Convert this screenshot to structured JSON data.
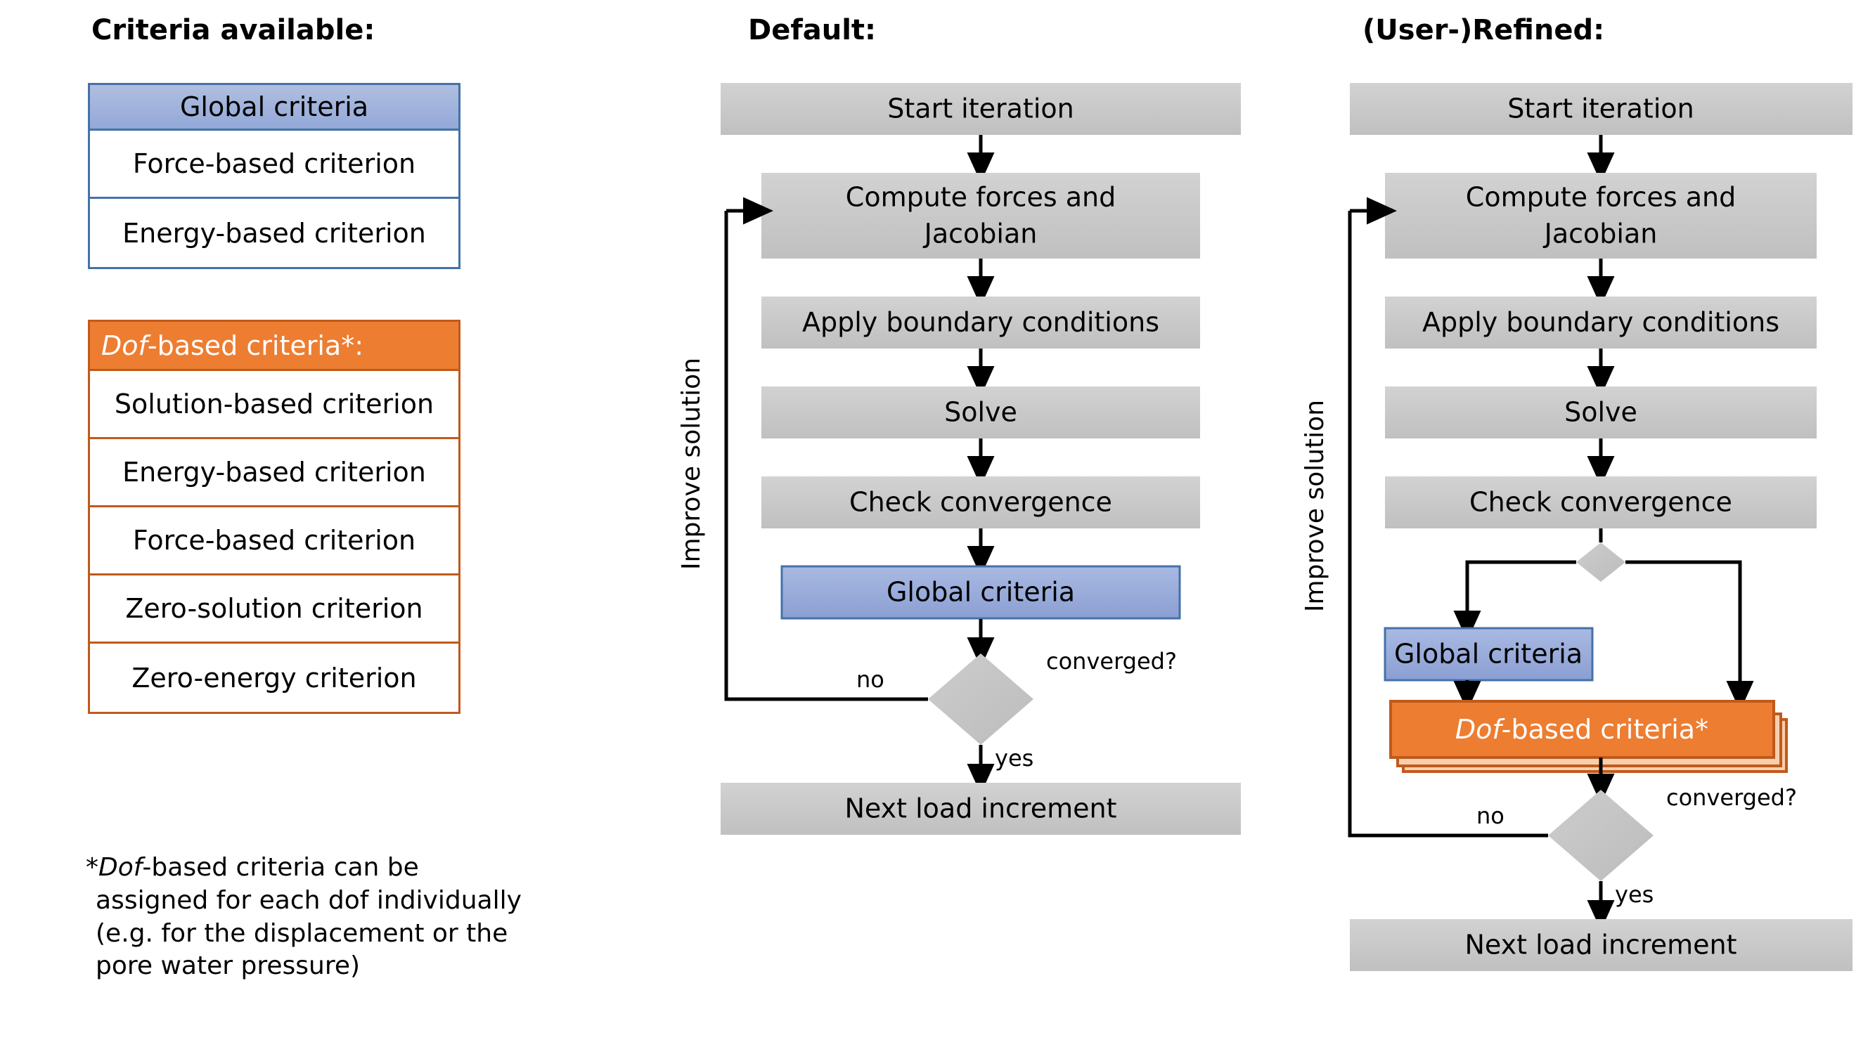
{
  "columns": {
    "left_heading": "Criteria available:",
    "middle_heading": "Default:",
    "right_heading": "(User-)Refined:"
  },
  "global_criteria_table": {
    "header": "Global criteria",
    "rows": [
      "Force-based criterion",
      "Energy-based criterion"
    ],
    "border_color": "#4472a8",
    "header_fill": "#93a8d8"
  },
  "dof_criteria_table": {
    "header_italic": "Dof",
    "header_rest": "-based criteria*:",
    "rows": [
      "Solution-based criterion",
      "Energy-based criterion",
      "Force-based criterion",
      "Zero-solution criterion",
      "Zero-energy criterion"
    ],
    "border_color": "#bf5a1c",
    "header_fill": "#ed7d31"
  },
  "footnote": {
    "line1_star": "*",
    "line1_italic": "Dof",
    "line1_rest": "-based criteria can be",
    "line2": "assigned for each dof individually",
    "line3": "(e.g. for the displacement or the",
    "line4": "pore water pressure)"
  },
  "default_flow": {
    "nodes": {
      "start": "Start iteration",
      "compute_line1": "Compute forces and",
      "compute_line2": "Jacobian",
      "bc": "Apply boundary conditions",
      "solve": "Solve",
      "check": "Check convergence",
      "global": "Global criteria",
      "next": "Next load increment"
    },
    "labels": {
      "loop": "Improve solution",
      "no": "no",
      "yes": "yes",
      "converged": "converged?"
    },
    "colors": {
      "process_fill": "#c8c8c8",
      "global_fill": "#95a9d9",
      "global_stroke": "#4472a8",
      "diamond_fill": "#c2c2c2"
    }
  },
  "refined_flow": {
    "nodes": {
      "start": "Start iteration",
      "compute_line1": "Compute forces and",
      "compute_line2": "Jacobian",
      "bc": "Apply boundary conditions",
      "solve": "Solve",
      "check": "Check convergence",
      "global": "Global criteria",
      "dof_italic": "Dof",
      "dof_rest": "-based criteria*",
      "next": "Next load increment"
    },
    "labels": {
      "loop": "Improve solution",
      "no": "no",
      "yes": "yes",
      "converged": "converged?"
    },
    "colors": {
      "process_fill": "#c8c8c8",
      "global_fill": "#95a9d9",
      "global_stroke": "#4472a8",
      "dof_fill": "#ed7d31",
      "dof_stroke": "#bf5a1c",
      "dof_stack_fill": "#f8cfae",
      "diamond_fill": "#c2c2c2"
    }
  }
}
